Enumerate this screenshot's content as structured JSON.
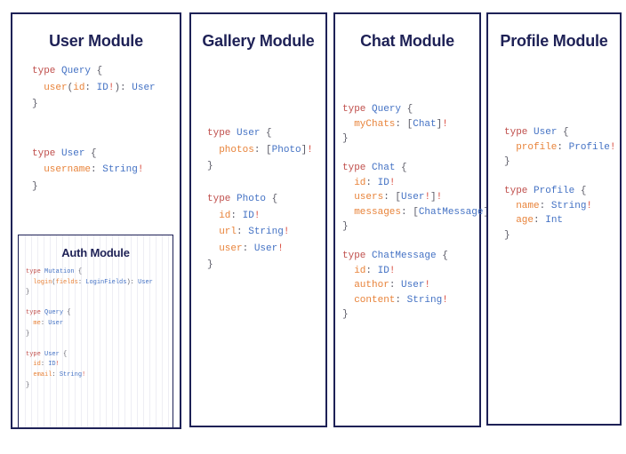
{
  "modules": [
    {
      "id": "user",
      "title": "User Module",
      "code_tokens": [
        [
          [
            "kw",
            "type"
          ],
          [
            "pn",
            " "
          ],
          [
            "tn",
            "Query"
          ],
          [
            "pn",
            " {"
          ]
        ],
        [
          [
            "pn",
            "  "
          ],
          [
            "fl",
            "user"
          ],
          [
            "pn",
            "("
          ],
          [
            "fl",
            "id"
          ],
          [
            "pn",
            ": "
          ],
          [
            "tn",
            "ID"
          ],
          [
            "bang",
            "!"
          ],
          [
            "pn",
            "): "
          ],
          [
            "tn",
            "User"
          ]
        ],
        [
          [
            "pn",
            "}"
          ]
        ],
        [
          [
            "pn",
            ""
          ]
        ],
        [
          [
            "pn",
            ""
          ]
        ],
        [
          [
            "kw",
            "type"
          ],
          [
            "pn",
            " "
          ],
          [
            "tn",
            "User"
          ],
          [
            "pn",
            " {"
          ]
        ],
        [
          [
            "pn",
            "  "
          ],
          [
            "fl",
            "username"
          ],
          [
            "pn",
            ": "
          ],
          [
            "tn",
            "String"
          ],
          [
            "bang",
            "!"
          ]
        ],
        [
          [
            "pn",
            "}"
          ]
        ]
      ],
      "nested": {
        "id": "auth",
        "title": "Auth Module",
        "code_tokens": [
          [
            [
              "kw",
              "type"
            ],
            [
              "pn",
              " "
            ],
            [
              "tn",
              "Mutation"
            ],
            [
              "pn",
              " {"
            ]
          ],
          [
            [
              "pn",
              "  "
            ],
            [
              "fl",
              "login"
            ],
            [
              "pn",
              "("
            ],
            [
              "fl",
              "fields"
            ],
            [
              "pn",
              ": "
            ],
            [
              "tn",
              "LoginFields"
            ],
            [
              "pn",
              "): "
            ],
            [
              "tn",
              "User"
            ]
          ],
          [
            [
              "pn",
              "}"
            ]
          ],
          [
            [
              "pn",
              ""
            ]
          ],
          [
            [
              "kw",
              "type"
            ],
            [
              "pn",
              " "
            ],
            [
              "tn",
              "Query"
            ],
            [
              "pn",
              " {"
            ]
          ],
          [
            [
              "pn",
              "  "
            ],
            [
              "fl",
              "me"
            ],
            [
              "pn",
              ": "
            ],
            [
              "tn",
              "User"
            ]
          ],
          [
            [
              "pn",
              "}"
            ]
          ],
          [
            [
              "pn",
              ""
            ]
          ],
          [
            [
              "kw",
              "type"
            ],
            [
              "pn",
              " "
            ],
            [
              "tn",
              "User"
            ],
            [
              "pn",
              " {"
            ]
          ],
          [
            [
              "pn",
              "  "
            ],
            [
              "fl",
              "id"
            ],
            [
              "pn",
              ": "
            ],
            [
              "tn",
              "ID"
            ],
            [
              "bang",
              "!"
            ]
          ],
          [
            [
              "pn",
              "  "
            ],
            [
              "fl",
              "email"
            ],
            [
              "pn",
              ": "
            ],
            [
              "tn",
              "String"
            ],
            [
              "bang",
              "!"
            ]
          ],
          [
            [
              "pn",
              "}"
            ]
          ]
        ]
      }
    },
    {
      "id": "gallery",
      "title": "Gallery Module",
      "code_tokens": [
        [
          [
            "kw",
            "type"
          ],
          [
            "pn",
            " "
          ],
          [
            "tn",
            "User"
          ],
          [
            "pn",
            " {"
          ]
        ],
        [
          [
            "pn",
            "  "
          ],
          [
            "fl",
            "photos"
          ],
          [
            "pn",
            ": ["
          ],
          [
            "tn",
            "Photo"
          ],
          [
            "pn",
            "]"
          ],
          [
            "bang",
            "!"
          ]
        ],
        [
          [
            "pn",
            "}"
          ]
        ],
        [
          [
            "pn",
            ""
          ]
        ],
        [
          [
            "kw",
            "type"
          ],
          [
            "pn",
            " "
          ],
          [
            "tn",
            "Photo"
          ],
          [
            "pn",
            " {"
          ]
        ],
        [
          [
            "pn",
            "  "
          ],
          [
            "fl",
            "id"
          ],
          [
            "pn",
            ": "
          ],
          [
            "tn",
            "ID"
          ],
          [
            "bang",
            "!"
          ]
        ],
        [
          [
            "pn",
            "  "
          ],
          [
            "fl",
            "url"
          ],
          [
            "pn",
            ": "
          ],
          [
            "tn",
            "String"
          ],
          [
            "bang",
            "!"
          ]
        ],
        [
          [
            "pn",
            "  "
          ],
          [
            "fl",
            "user"
          ],
          [
            "pn",
            ": "
          ],
          [
            "tn",
            "User"
          ],
          [
            "bang",
            "!"
          ]
        ],
        [
          [
            "pn",
            "}"
          ]
        ]
      ]
    },
    {
      "id": "chat",
      "title": "Chat Module",
      "code_tokens": [
        [
          [
            "kw",
            "type"
          ],
          [
            "pn",
            " "
          ],
          [
            "tn",
            "Query"
          ],
          [
            "pn",
            " {"
          ]
        ],
        [
          [
            "pn",
            "  "
          ],
          [
            "fl",
            "myChats"
          ],
          [
            "pn",
            ": ["
          ],
          [
            "tn",
            "Chat"
          ],
          [
            "pn",
            "]"
          ],
          [
            "bang",
            "!"
          ]
        ],
        [
          [
            "pn",
            "}"
          ]
        ],
        [
          [
            "pn",
            ""
          ]
        ],
        [
          [
            "kw",
            "type"
          ],
          [
            "pn",
            " "
          ],
          [
            "tn",
            "Chat"
          ],
          [
            "pn",
            " {"
          ]
        ],
        [
          [
            "pn",
            "  "
          ],
          [
            "fl",
            "id"
          ],
          [
            "pn",
            ": "
          ],
          [
            "tn",
            "ID"
          ],
          [
            "bang",
            "!"
          ]
        ],
        [
          [
            "pn",
            "  "
          ],
          [
            "fl",
            "users"
          ],
          [
            "pn",
            ": ["
          ],
          [
            "tn",
            "User"
          ],
          [
            "bang",
            "!"
          ],
          [
            "pn",
            "]"
          ],
          [
            "bang",
            "!"
          ]
        ],
        [
          [
            "pn",
            "  "
          ],
          [
            "fl",
            "messages"
          ],
          [
            "pn",
            ": ["
          ],
          [
            "tn",
            "ChatMessage"
          ],
          [
            "pn",
            "]"
          ],
          [
            "bang",
            "!"
          ]
        ],
        [
          [
            "pn",
            "}"
          ]
        ],
        [
          [
            "pn",
            ""
          ]
        ],
        [
          [
            "kw",
            "type"
          ],
          [
            "pn",
            " "
          ],
          [
            "tn",
            "ChatMessage"
          ],
          [
            "pn",
            " {"
          ]
        ],
        [
          [
            "pn",
            "  "
          ],
          [
            "fl",
            "id"
          ],
          [
            "pn",
            ": "
          ],
          [
            "tn",
            "ID"
          ],
          [
            "bang",
            "!"
          ]
        ],
        [
          [
            "pn",
            "  "
          ],
          [
            "fl",
            "author"
          ],
          [
            "pn",
            ": "
          ],
          [
            "tn",
            "User"
          ],
          [
            "bang",
            "!"
          ]
        ],
        [
          [
            "pn",
            "  "
          ],
          [
            "fl",
            "content"
          ],
          [
            "pn",
            ": "
          ],
          [
            "tn",
            "String"
          ],
          [
            "bang",
            "!"
          ]
        ],
        [
          [
            "pn",
            "}"
          ]
        ]
      ]
    },
    {
      "id": "profile",
      "title": "Profile Module",
      "code_tokens": [
        [
          [
            "kw",
            "type"
          ],
          [
            "pn",
            " "
          ],
          [
            "tn",
            "User"
          ],
          [
            "pn",
            " {"
          ]
        ],
        [
          [
            "pn",
            "  "
          ],
          [
            "fl",
            "profile"
          ],
          [
            "pn",
            ": "
          ],
          [
            "tn",
            "Profile"
          ],
          [
            "bang",
            "!"
          ]
        ],
        [
          [
            "pn",
            "}"
          ]
        ],
        [
          [
            "pn",
            ""
          ]
        ],
        [
          [
            "kw",
            "type"
          ],
          [
            "pn",
            " "
          ],
          [
            "tn",
            "Profile"
          ],
          [
            "pn",
            " {"
          ]
        ],
        [
          [
            "pn",
            "  "
          ],
          [
            "fl",
            "name"
          ],
          [
            "pn",
            ": "
          ],
          [
            "tn",
            "String"
          ],
          [
            "bang",
            "!"
          ]
        ],
        [
          [
            "pn",
            "  "
          ],
          [
            "fl",
            "age"
          ],
          [
            "pn",
            ": "
          ],
          [
            "tn",
            "Int"
          ]
        ],
        [
          [
            "pn",
            "}"
          ]
        ]
      ]
    }
  ],
  "colors": {
    "border": "#1e2156",
    "title": "#1e2156",
    "background": "#ffffff",
    "keyword": "#c0504d",
    "type_name": "#4472c4",
    "field_name": "#e8833a",
    "non_null": "#d94a3d",
    "punctuation": "#5a5a66"
  }
}
